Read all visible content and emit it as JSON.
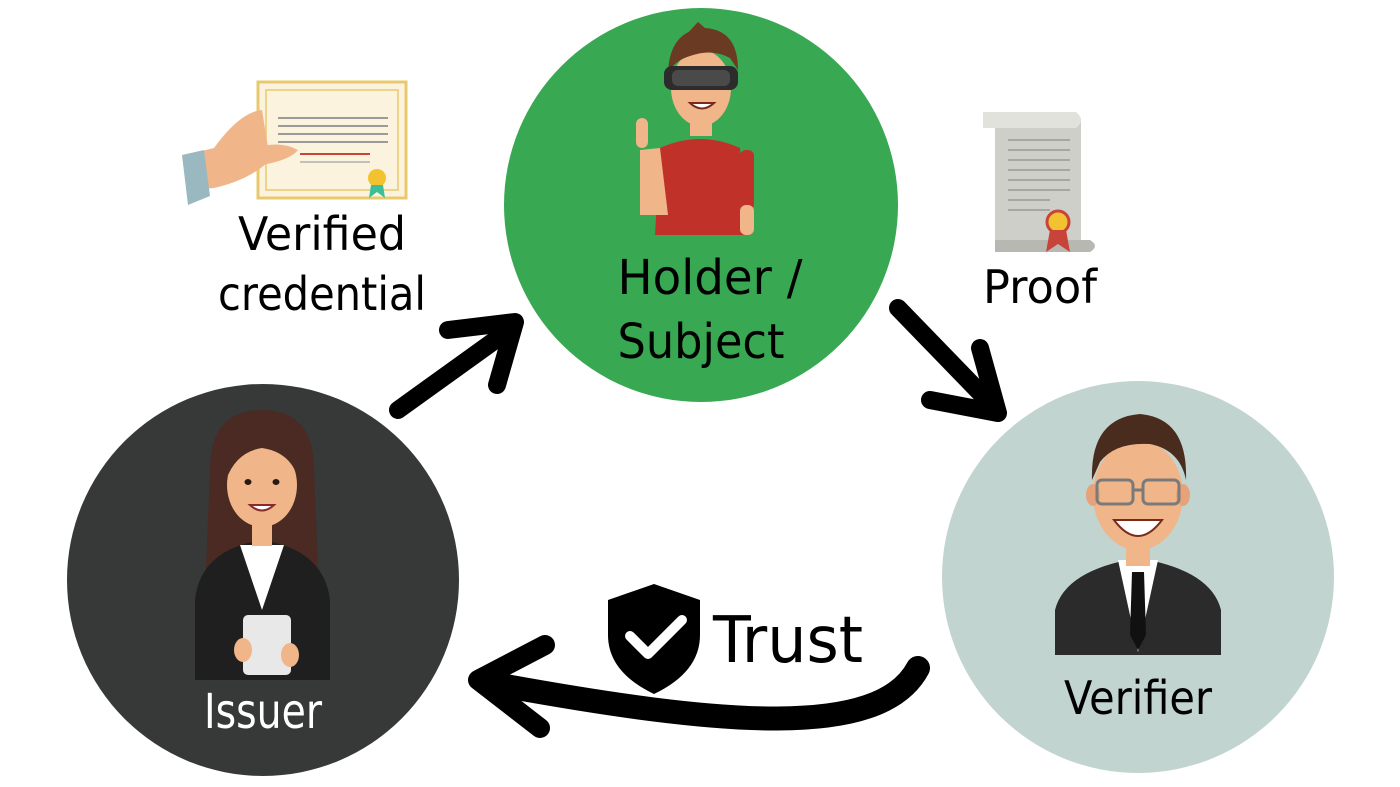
{
  "roles": {
    "holder": {
      "line1": "Holder /",
      "line2": "Subject",
      "color": "#38a852"
    },
    "issuer": {
      "label": "Issuer",
      "color": "#373838"
    },
    "verifier": {
      "label": "Verifier",
      "color": "#c2d4d0"
    }
  },
  "artifacts": {
    "credential": {
      "line1": "Verified",
      "line2": "credential"
    },
    "proof": {
      "label": "Proof"
    },
    "trust": {
      "label": "Trust"
    }
  },
  "icons": {
    "credential": "certificate-in-hand-icon",
    "proof": "scroll-document-icon",
    "trust": "shield-check-icon",
    "holder": "holder-avatar-icon",
    "issuer": "issuer-avatar-icon",
    "verifier": "verifier-avatar-icon"
  }
}
